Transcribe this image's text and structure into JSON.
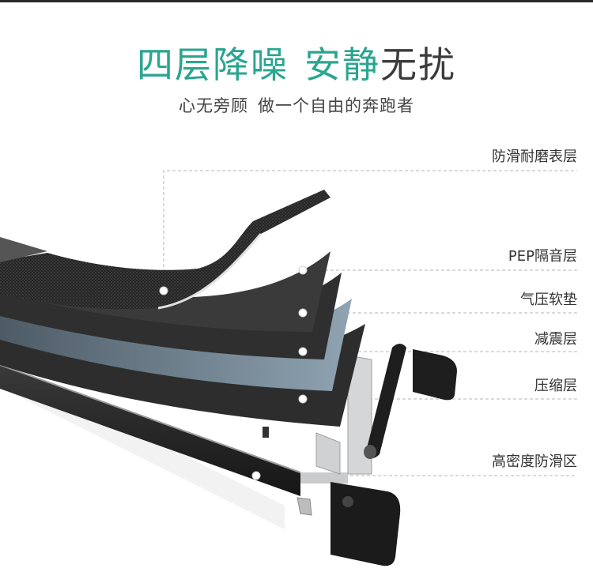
{
  "headline": {
    "part1": "四层降噪",
    "part2": "安静",
    "part3": "无扰"
  },
  "subtitle": {
    "part1": "心无旁顾",
    "part2": "做一个自由的奔跑者"
  },
  "layers": [
    {
      "label": "防滑耐磨表层"
    },
    {
      "label": "PEP隔音层"
    },
    {
      "label": "气压软垫"
    },
    {
      "label": "减震层"
    },
    {
      "label": "压缩层"
    },
    {
      "label": "高密度防滑区"
    }
  ],
  "colors": {
    "accent": "#2aa590",
    "text_dark": "#3b3b3b",
    "leader_line": "#b5b5b5",
    "belt_black": "#1f1f1f",
    "cushion_blue": "#7f93a2",
    "frame_silver": "#c9cbcd"
  }
}
